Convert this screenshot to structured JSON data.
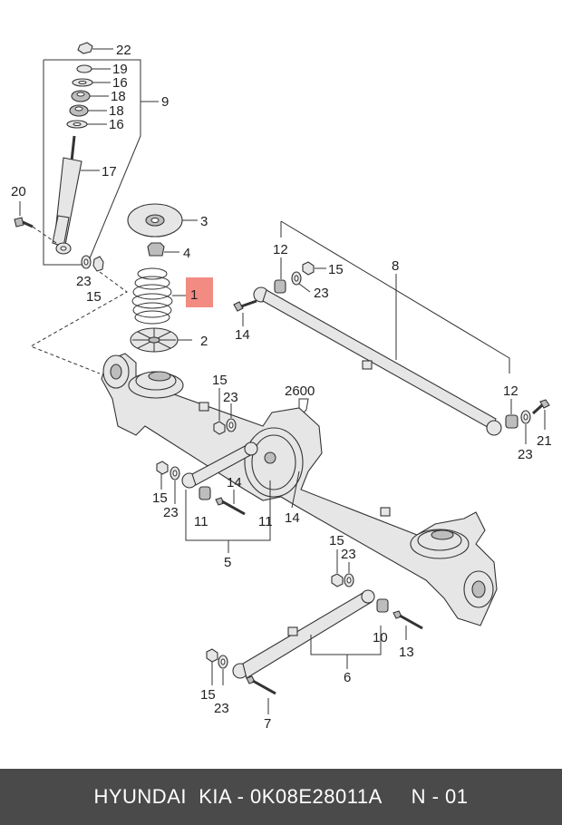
{
  "labels": {
    "p22": "22",
    "p19": "19",
    "p16a": "16",
    "p18a": "18",
    "p18b": "18",
    "p16b": "16",
    "p9": "9",
    "p17": "17",
    "p20": "20",
    "p3": "3",
    "p4": "4",
    "p23a": "23",
    "p15a": "15",
    "p1": "1",
    "p2": "2",
    "p12a": "12",
    "p15b": "15",
    "p23b": "23",
    "p8": "8",
    "p14a": "14",
    "p2600": "2600",
    "p15c": "15",
    "p23c": "23",
    "p12b": "12",
    "p23d": "23",
    "p21": "21",
    "p15d": "15",
    "p23e": "23",
    "p14b": "14",
    "p11a": "11",
    "p11b": "11",
    "p14c": "14",
    "p5": "5",
    "p15e": "15",
    "p23f": "23",
    "p10": "10",
    "p13": "13",
    "p6": "6",
    "p15f": "15",
    "p23g": "23",
    "p7": "7"
  },
  "highlight_color": "#f28b82",
  "footer": {
    "text": "HYUNDAI  KIA - 0K08E28011A     N - 01"
  }
}
